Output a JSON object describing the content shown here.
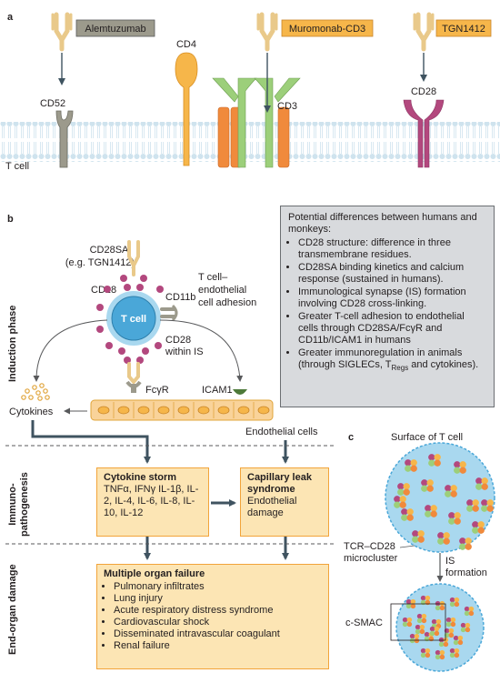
{
  "panels": {
    "a": "a",
    "b": "b",
    "c": "c"
  },
  "panel_a": {
    "alemtuzumab": "Alemtuzumab",
    "muromonab": "Muromonab-CD3",
    "tgn1412": "TGN1412",
    "cd4": "CD4",
    "cd52": "CD52",
    "cd3": "CD3",
    "cd28": "CD28",
    "tcell": "T cell"
  },
  "panel_b": {
    "cd28sa": "CD28SA",
    "cd28sa_example": "(e.g. TGN1412)",
    "cd28": "CD28",
    "cd11b": "CD11b",
    "tcell": "T cell",
    "cd28_is_1": "CD28",
    "cd28_is_2": "within IS",
    "adhesion_1": "T cell–",
    "adhesion_2": "endothelial",
    "adhesion_3": "cell adhesion",
    "fcgr": "FcγR",
    "icam1": "ICAM1",
    "cytokines": "Cytokines",
    "endothelial": "Endothelial cells",
    "phase_induction": "Induction phase",
    "phase_immuno_1": "Immuno-",
    "phase_immuno_2": "pathogenesis",
    "phase_organ": "End-organ damage",
    "note_title": "Potential differences between humans and monkeys:",
    "notes": [
      "CD28 structure: difference in three transmembrane residues.",
      "CD28SA binding kinetics and calcium response (sustained in humans).",
      "Immunological synapse (IS) formation involving CD28 cross-linking.",
      "Greater T-cell adhesion to endothelial cells through CD28SA/FcγR and CD11b/ICAM1 in humans",
      "Greater immunoregulation in animals (through SIGLECs, T",
      "Regs",
      " and cytokines)."
    ],
    "storm_title": "Cytokine storm",
    "storm_body": "TNFα, IFNγ IL-1β, IL-2, IL-4, IL-6, IL-8, IL-10, IL-12",
    "leak_title": "Capillary leak syndrome",
    "leak_body": "Endothelial damage",
    "mof_title": "Multiple organ failure",
    "mof_items": [
      "Pulmonary infiltrates",
      "Lung injury",
      "Acute respiratory distress syndrome",
      "Cardiovascular shock",
      "Disseminated intravascular coagulant",
      "Renal failure"
    ]
  },
  "panel_c": {
    "surface": "Surface of T cell",
    "microcluster_1": "TCR–CD28",
    "microcluster_2": "microcluster",
    "is_1": "IS",
    "is_2": "formation",
    "csmac": "c-SMAC"
  },
  "colors": {
    "membrane": "#cfe3ee",
    "antibody": "#e9c98a",
    "cd52": "#9c9a8c",
    "cd4": "#f6b64a",
    "cd3_green": "#9ccf7a",
    "cd3_orange": "#f08a3c",
    "cd28": "#b3487e",
    "tcell": "#4aa7d8",
    "cell_fill": "#a9d8ef",
    "box_orange": "#fce5b4",
    "box_border": "#f2a43a",
    "arrow": "#3f5360"
  }
}
